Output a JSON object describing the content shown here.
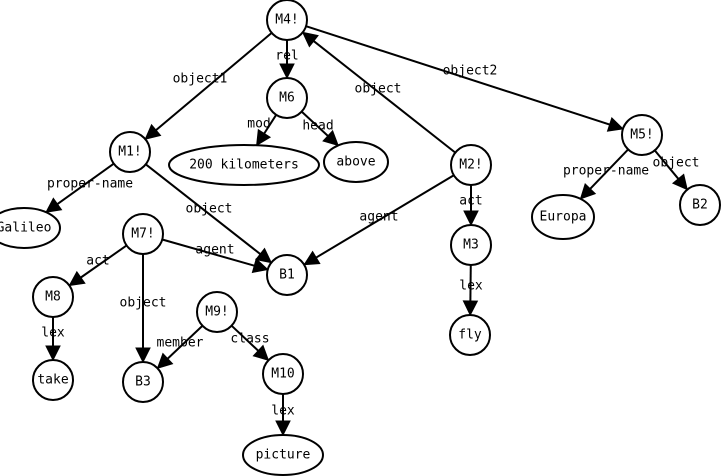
{
  "diagram": {
    "type": "semantic-network",
    "nodes": [
      {
        "id": "M4!",
        "label": "M4!",
        "shape": "circle"
      },
      {
        "id": "M6",
        "label": "M6",
        "shape": "circle"
      },
      {
        "id": "200 kilometers",
        "label": "200 kilometers",
        "shape": "ellipse"
      },
      {
        "id": "above",
        "label": "above",
        "shape": "ellipse"
      },
      {
        "id": "M1!",
        "label": "M1!",
        "shape": "circle"
      },
      {
        "id": "Galileo",
        "label": "Galileo",
        "shape": "ellipse"
      },
      {
        "id": "B1",
        "label": "B1",
        "shape": "circle"
      },
      {
        "id": "M2!",
        "label": "M2!",
        "shape": "circle"
      },
      {
        "id": "M3",
        "label": "M3",
        "shape": "circle"
      },
      {
        "id": "fly",
        "label": "fly",
        "shape": "circle"
      },
      {
        "id": "M5!",
        "label": "M5!",
        "shape": "circle"
      },
      {
        "id": "Europa",
        "label": "Europa",
        "shape": "ellipse"
      },
      {
        "id": "B2",
        "label": "B2",
        "shape": "circle"
      },
      {
        "id": "M7!",
        "label": "M7!",
        "shape": "circle"
      },
      {
        "id": "M8",
        "label": "M8",
        "shape": "circle"
      },
      {
        "id": "take",
        "label": "take",
        "shape": "circle"
      },
      {
        "id": "B3",
        "label": "B3",
        "shape": "circle"
      },
      {
        "id": "M9!",
        "label": "M9!",
        "shape": "circle"
      },
      {
        "id": "M10",
        "label": "M10",
        "shape": "circle"
      },
      {
        "id": "picture",
        "label": "picture",
        "shape": "ellipse"
      }
    ],
    "edges": [
      {
        "from": "M4!",
        "to": "M6",
        "label": "rel"
      },
      {
        "from": "M4!",
        "to": "M1!",
        "label": "object1"
      },
      {
        "from": "M4!",
        "to": "M5!",
        "label": "object2"
      },
      {
        "from": "M2!",
        "to": "M4!",
        "label": "object"
      },
      {
        "from": "M6",
        "to": "200 kilometers",
        "label": "mod"
      },
      {
        "from": "M6",
        "to": "above",
        "label": "head"
      },
      {
        "from": "M1!",
        "to": "Galileo",
        "label": "proper-name"
      },
      {
        "from": "M1!",
        "to": "B1",
        "label": "object"
      },
      {
        "from": "M2!",
        "to": "B1",
        "label": "agent"
      },
      {
        "from": "M2!",
        "to": "M3",
        "label": "act"
      },
      {
        "from": "M3",
        "to": "fly",
        "label": "lex"
      },
      {
        "from": "M5!",
        "to": "Europa",
        "label": "proper-name"
      },
      {
        "from": "M5!",
        "to": "B2",
        "label": "object"
      },
      {
        "from": "M7!",
        "to": "B1",
        "label": "agent"
      },
      {
        "from": "M7!",
        "to": "M8",
        "label": "act"
      },
      {
        "from": "M7!",
        "to": "B3",
        "label": "object"
      },
      {
        "from": "M8",
        "to": "take",
        "label": "lex"
      },
      {
        "from": "M9!",
        "to": "B3",
        "label": "member"
      },
      {
        "from": "M9!",
        "to": "M10",
        "label": "class"
      },
      {
        "from": "M10",
        "to": "picture",
        "label": "lex"
      }
    ]
  }
}
